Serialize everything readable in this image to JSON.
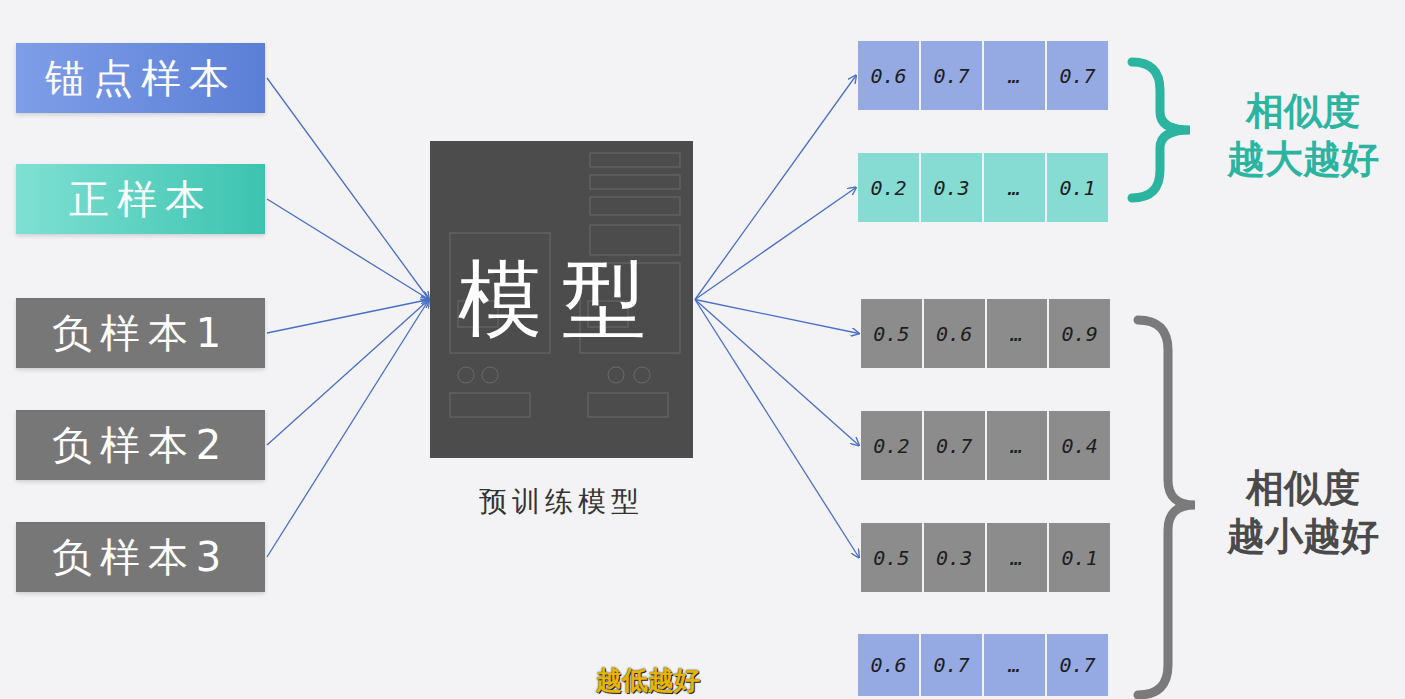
{
  "diagram": {
    "nodes": [
      {
        "text": [
          "锚点样本"
        ]
      },
      {
        "text": [
          "正样本"
        ]
      },
      {
        "text": [
          "负样本1"
        ]
      },
      {
        "text": [
          "负样本2"
        ]
      },
      {
        "text": [
          "负样本3"
        ]
      },
      {
        "text": [
          "模型",
          "预训练模型"
        ]
      },
      {
        "text": [
          "0.6",
          "0.7",
          "…",
          "0.7"
        ]
      },
      {
        "text": [
          "0.2",
          "0.3",
          "…",
          "0.1"
        ]
      },
      {
        "text": [
          "0.5",
          "0.6",
          "…",
          "0.9"
        ]
      },
      {
        "text": [
          "0.2",
          "0.7",
          "…",
          "0.4"
        ]
      },
      {
        "text": [
          "0.5",
          "0.3",
          "…",
          "0.1"
        ]
      },
      {
        "text": [
          "0.6",
          "0.7",
          "…",
          "0.7"
        ]
      }
    ],
    "edges": [
      {
        "from": 0,
        "to": 5,
        "arrow": "to"
      },
      {
        "from": 1,
        "to": 5,
        "arrow": "to"
      },
      {
        "from": 2,
        "to": 5,
        "arrow": "to"
      },
      {
        "from": 3,
        "to": 5,
        "arrow": "to"
      },
      {
        "from": 4,
        "to": 5,
        "arrow": "to"
      },
      {
        "from": 5,
        "to": 6,
        "arrow": "to"
      },
      {
        "from": 5,
        "to": 7,
        "arrow": "to"
      },
      {
        "from": 5,
        "to": 8,
        "arrow": "to"
      },
      {
        "from": 5,
        "to": 9,
        "arrow": "to"
      },
      {
        "from": 5,
        "to": 10,
        "arrow": "to"
      }
    ],
    "labels": [
      "相似度 越大越好",
      "相似度 越小越好",
      "越低越好"
    ]
  }
}
